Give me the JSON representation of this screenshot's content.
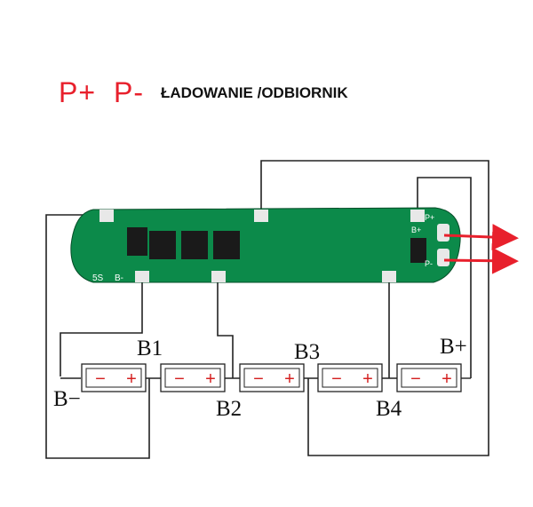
{
  "title": {
    "p_plus": "P+",
    "p_minus": "P-",
    "text": "ŁADOWANIE /ODBIORNIK"
  },
  "board": {
    "silk_5s": "5S",
    "silk_bminus": "B-",
    "silk_pplus": "P+",
    "silk_bplus": "B+",
    "silk_pminus": "P-",
    "pcb_color": "#0c8a4a"
  },
  "labels": {
    "b1": "B1",
    "b2": "B2",
    "b3": "B3",
    "b4": "B4",
    "b_plus": "B+",
    "b_minus": "B−"
  },
  "cells": [
    {
      "minus": "−",
      "plus": "+"
    },
    {
      "minus": "−",
      "plus": "+"
    },
    {
      "minus": "−",
      "plus": "+"
    },
    {
      "minus": "−",
      "plus": "+"
    },
    {
      "minus": "−",
      "plus": "+"
    }
  ],
  "colors": {
    "accent_red": "#e8202c",
    "wire": "#222222",
    "cell_sign": "#d42020"
  }
}
